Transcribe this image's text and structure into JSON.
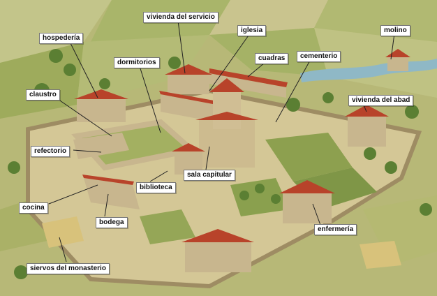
{
  "labels": {
    "vivienda_servicio": "vivienda del servicio",
    "iglesia": "iglesia",
    "molino": "molino",
    "hospederia": "hospedería",
    "cuadras": "cuadras",
    "dormitorios": "dormitorios",
    "cementerio": "cementerio",
    "claustro": "claustro",
    "vivienda_abad": "vivienda del abad",
    "refectorio": "refectorio",
    "biblioteca": "biblioteca",
    "sala_capitular": "sala capitular",
    "cocina": "cocina",
    "bodega": "bodega",
    "enfermeria": "enfermería",
    "siervos": "siervos del monasterio"
  },
  "colors": {
    "field": "#b5ba74",
    "grass": "#a3b061",
    "wall": "#c8b68e",
    "roof": "#b8432a",
    "tree": "#5b7f33",
    "water": "#8fb8c6",
    "path": "#d6c9a2"
  }
}
